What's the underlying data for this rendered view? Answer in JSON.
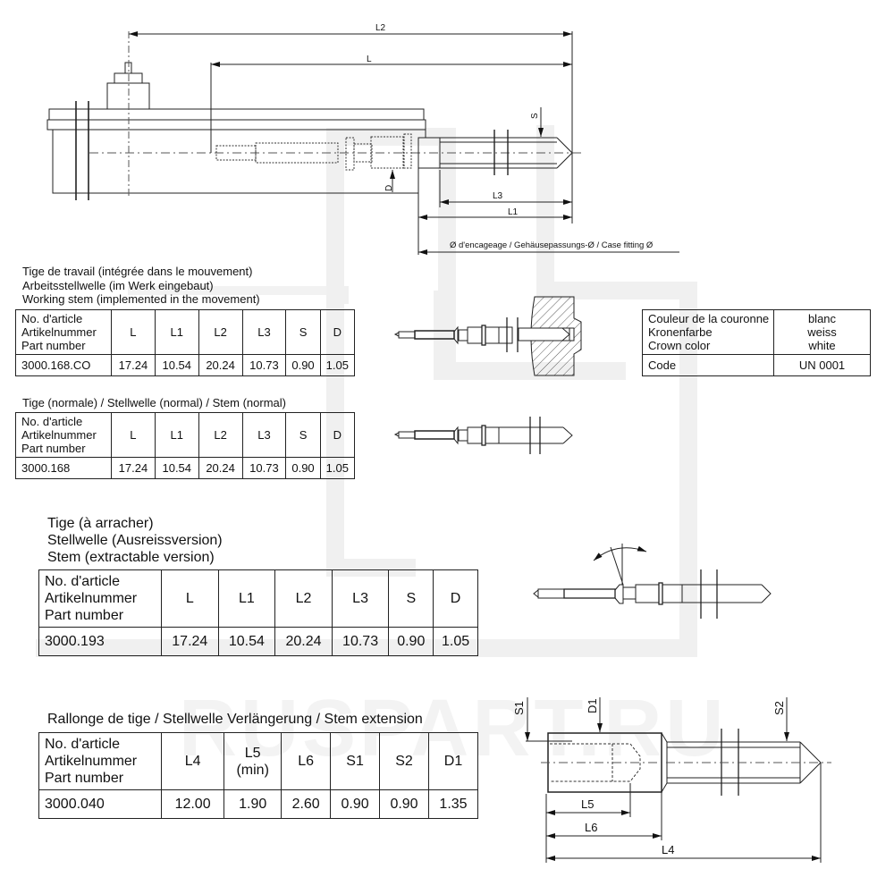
{
  "watermark": "RUSPART.RU",
  "main_drawing": {
    "dimension_labels": {
      "L2": "L2",
      "L": "L",
      "S": "S",
      "D": "D",
      "L3": "L3",
      "L1": "L1"
    },
    "case_fitting_label": "Ø d'encageage / Gehäusepassungs-Ø / Case fitting Ø"
  },
  "working_stem": {
    "caption": [
      "Tige de travail (intégrée dans le mouvement)",
      "Arbeitsstellwelle (im Werk eingebaut)",
      "Working stem (implemented in the movement)"
    ],
    "header": {
      "part": [
        "No. d'article",
        "Artikelnummer",
        "Part number"
      ],
      "cols": [
        "L",
        "L1",
        "L2",
        "L3",
        "S",
        "D"
      ]
    },
    "row": {
      "part": "3000.168.CO",
      "values": [
        "17.24",
        "10.54",
        "20.24",
        "10.73",
        "0.90",
        "1.05"
      ]
    }
  },
  "crown_table": {
    "label": [
      "Couleur de la couronne",
      "Kronenfarbe",
      "Crown color"
    ],
    "value": [
      "blanc",
      "weiss",
      "white"
    ],
    "code_label": "Code",
    "code_value": "UN 0001"
  },
  "normal_stem": {
    "caption": "Tige (normale) / Stellwelle (normal) / Stem (normal)",
    "header": {
      "part": [
        "No. d'article",
        "Artikelnummer",
        "Part number"
      ],
      "cols": [
        "L",
        "L1",
        "L2",
        "L3",
        "S",
        "D"
      ]
    },
    "row": {
      "part": "3000.168",
      "values": [
        "17.24",
        "10.54",
        "20.24",
        "10.73",
        "0.90",
        "1.05"
      ]
    }
  },
  "extractable_stem": {
    "caption": [
      "Tige (à arracher)",
      "Stellwelle (Ausreissversion)",
      "Stem (extractable version)"
    ],
    "header": {
      "part": [
        "No. d'article",
        "Artikelnummer",
        "Part number"
      ],
      "cols": [
        "L",
        "L1",
        "L2",
        "L3",
        "S",
        "D"
      ]
    },
    "row": {
      "part": "3000.193",
      "values": [
        "17.24",
        "10.54",
        "20.24",
        "10.73",
        "0.90",
        "1.05"
      ]
    }
  },
  "stem_extension": {
    "caption": "Rallonge de tige / Stellwelle Verlängerung / Stem extension",
    "header": {
      "part": [
        "No. d'article",
        "Artikelnummer",
        "Part number"
      ],
      "cols": [
        "L4",
        "L5",
        "L6",
        "S1",
        "S2",
        "D1"
      ],
      "l5_sub": "(min)"
    },
    "row": {
      "part": "3000.040",
      "values": [
        "12.00",
        "1.90",
        "2.60",
        "0.90",
        "0.90",
        "1.35"
      ]
    },
    "dimension_labels": {
      "S1": "S1",
      "D1": "D1",
      "S2": "S2",
      "L5": "L5",
      "L6": "L6",
      "L4": "L4"
    }
  }
}
